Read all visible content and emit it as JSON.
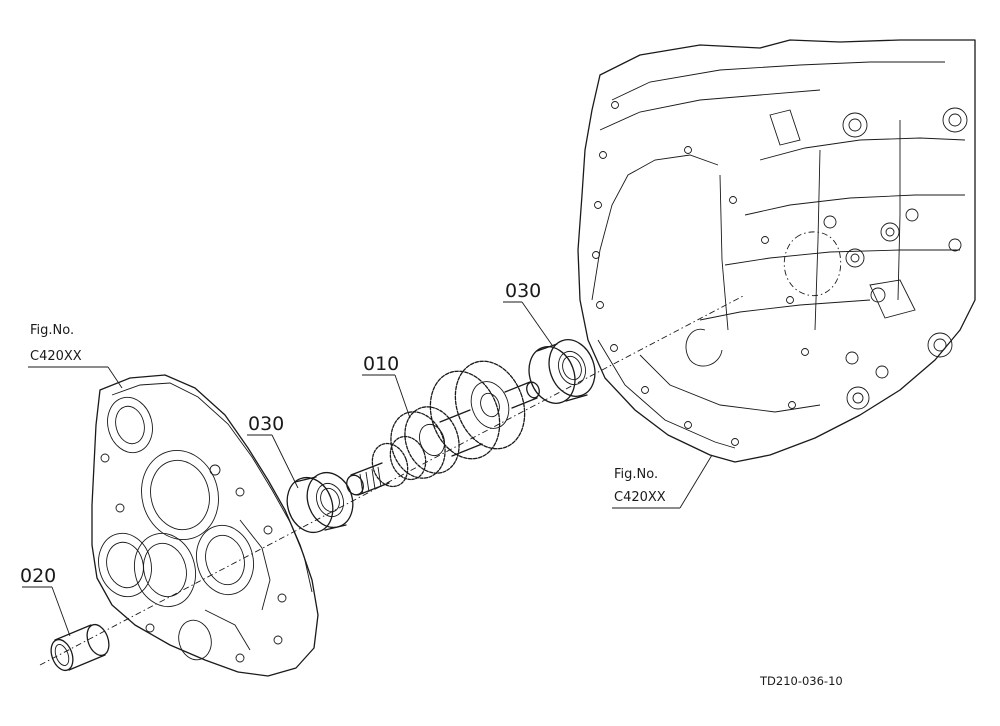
{
  "callouts": {
    "part_010": "010",
    "part_020": "020",
    "part_030_left": "030",
    "part_030_right": "030"
  },
  "fig_refs": {
    "left": {
      "line1": "Fig.No.",
      "line2": "C420XX"
    },
    "right": {
      "line1": "Fig.No.",
      "line2": "C420XX"
    }
  },
  "drawing_code": "TD210-036-10"
}
